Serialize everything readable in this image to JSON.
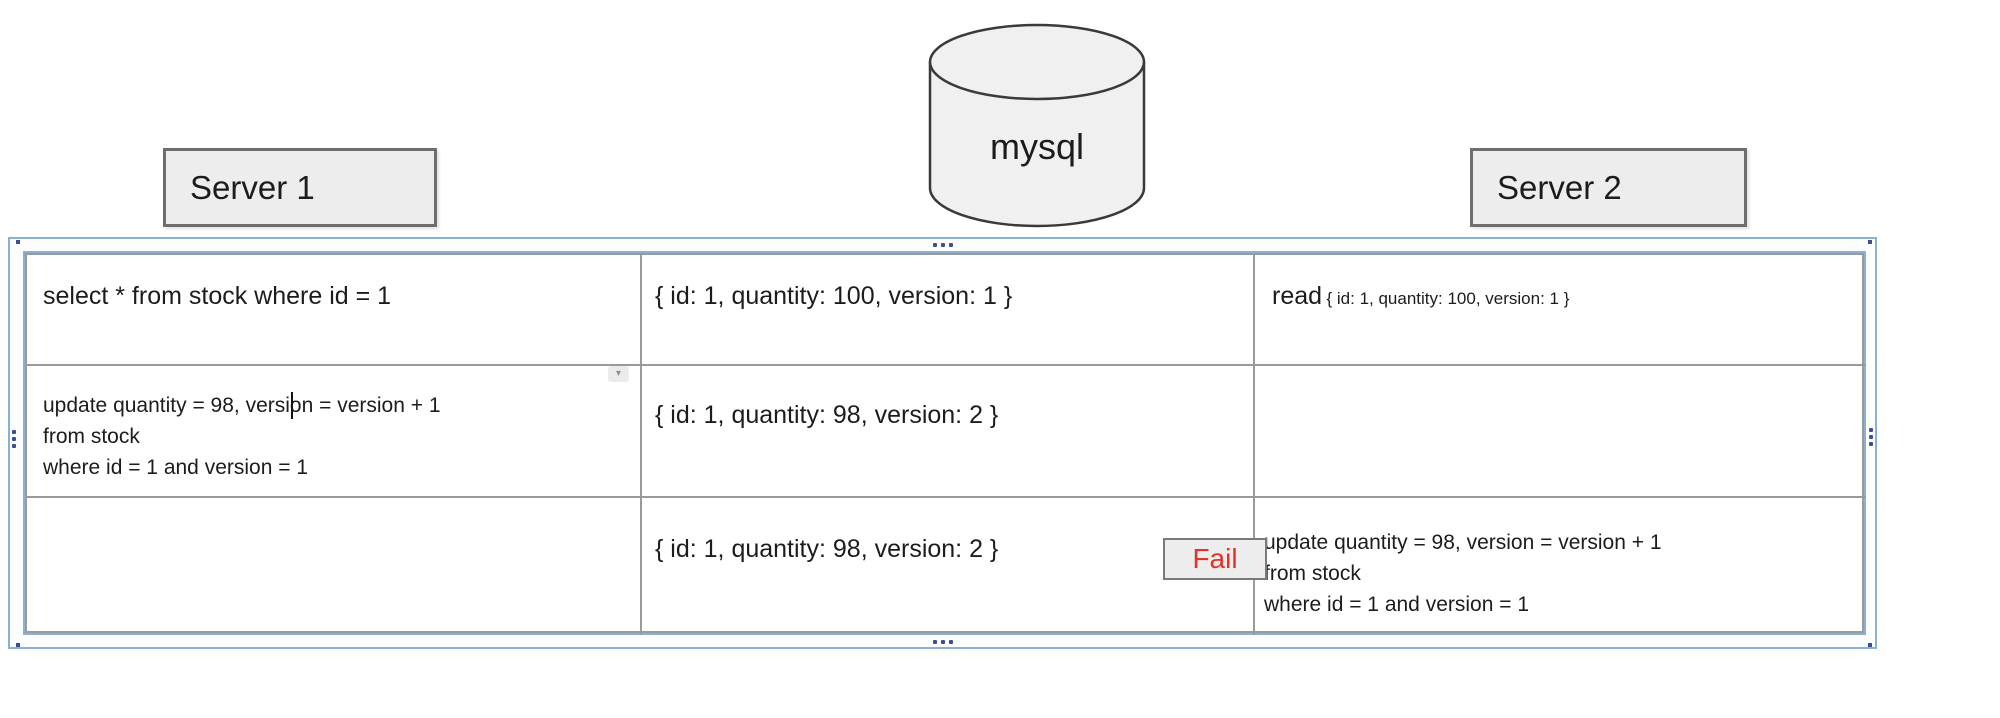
{
  "colors": {
    "selection_blue": "#8ab0d4",
    "fail_red": "#e53228",
    "shape_fill": "#ededed",
    "table_border_gray": "#9a9a9a"
  },
  "shapes": {
    "database_label": "mysql",
    "server1_label": "Server 1",
    "server2_label": "Server 2",
    "fail_label": "Fail"
  },
  "table": {
    "rows": [
      {
        "server1": "select * from stock where id = 1",
        "mysql": "{ id: 1, quantity: 100, version: 1 }",
        "server2_action": "read",
        "server2_detail": "{ id: 1, quantity: 100, version: 1 }"
      },
      {
        "server1_lines": [
          "update quantity = 98, version = version + 1",
          "from stock",
          "where id = 1 and version = 1"
        ],
        "mysql": "{ id: 1, quantity: 98, version: 2 }",
        "server2": ""
      },
      {
        "server1": "",
        "mysql": "{ id: 1, quantity: 98, version: 2 }",
        "server2_lines": [
          "update quantity = 98, version = version + 1",
          "from stock",
          "where id = 1 and version = 1"
        ]
      }
    ]
  }
}
